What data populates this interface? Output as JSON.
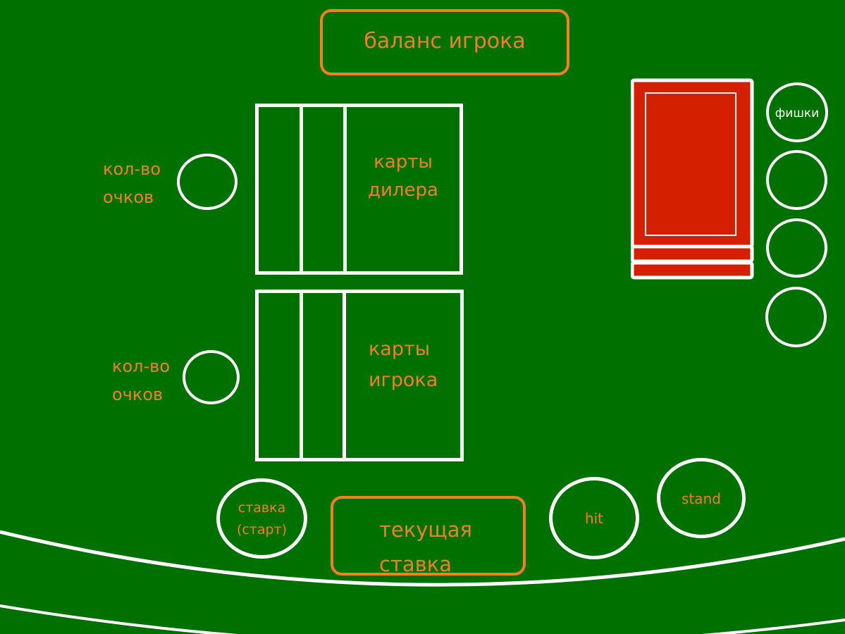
{
  "balance": {
    "label": "баланс игрока"
  },
  "dealer": {
    "points_label_line1": "кол-во",
    "points_label_line2": "очков",
    "cards_label_line1": "карты",
    "cards_label_line2": "дилера"
  },
  "player": {
    "points_label_line1": "кол-во",
    "points_label_line2": "очков",
    "cards_label_line1": "карты",
    "cards_label_line2": "игрока"
  },
  "chips": {
    "label": "фишки"
  },
  "controls": {
    "start_bet_line1": "ставка",
    "start_bet_line2": "(старт)",
    "current_bet_line1": "текущая",
    "current_bet_line2": "ставка",
    "hit_label": "hit",
    "stand_label": "stand"
  },
  "colors": {
    "table_felt": "#007000",
    "accent_orange": "#f08020",
    "outline_white": "#ffffff",
    "deck_red": "#d42000"
  },
  "icons": {
    "deck": "card-deck-icon"
  }
}
